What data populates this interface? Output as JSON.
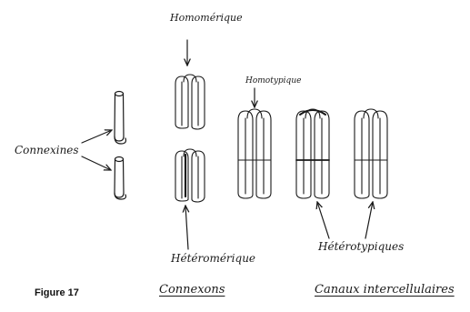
{
  "labels": {
    "homomerique": "Homomérique",
    "homotypique": "Homotypique",
    "connexines": "Connexines",
    "heteromerique": "Hétéromérique",
    "heterotypiques": "Hétérotypiques"
  },
  "captions": {
    "figure": "Figure 17",
    "connexons": "Connexons",
    "canaux": "Canaux intercellulaires"
  },
  "colors": {
    "ink": "#1a1a1a"
  }
}
